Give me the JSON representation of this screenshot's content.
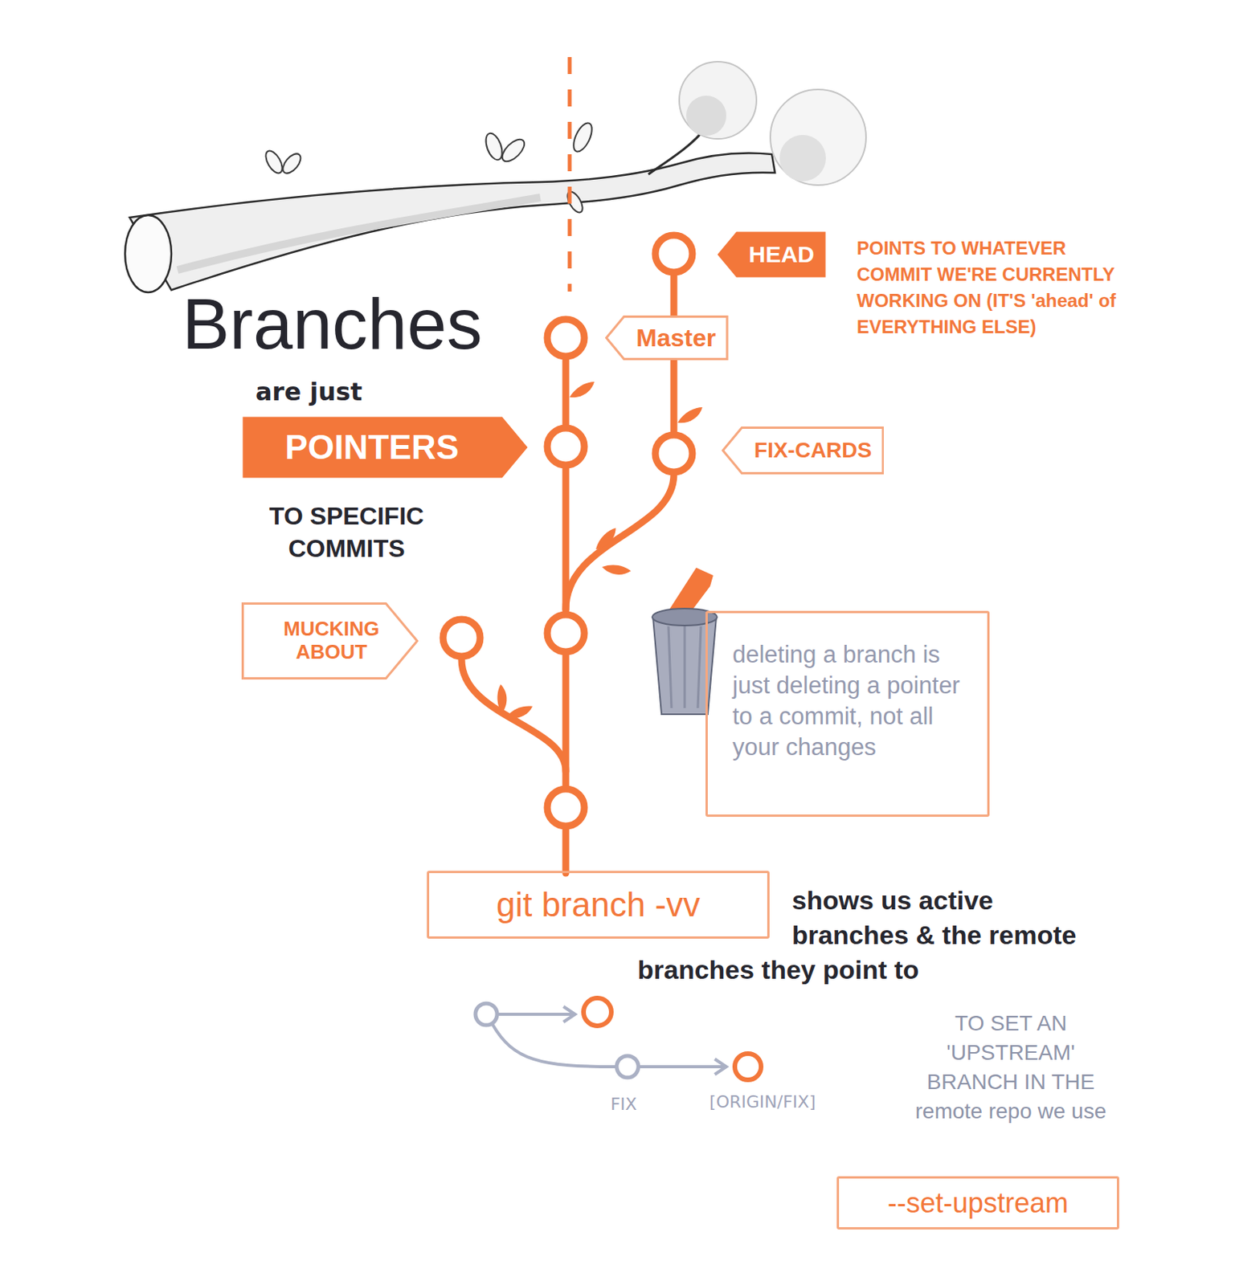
{
  "diagram": {
    "title": "Branches",
    "nodes": [
      {
        "text": [
          "HEAD"
        ]
      },
      {
        "text": [
          "Master"
        ]
      },
      {
        "text": [
          "POINTERS"
        ]
      },
      {
        "text": [
          "FIX-CARDS"
        ]
      },
      {
        "text": [
          "MUCKING ABOUT"
        ]
      },
      {
        "text": [
          "deleting a branch is just deleting a pointer to a commit, not all your changes"
        ]
      },
      {
        "text": [
          "git branch -vv"
        ]
      },
      {
        "text": [
          "--set-upstream"
        ]
      }
    ],
    "labels": [
      "are just",
      "TO SPECIFIC COMMITS",
      "POINTS TO WHATEVER COMMIT WE'RE CURRENTLY WORKING ON (IT'S 'ahead' of EVERYTHING ELSE)",
      "shows us active branches & the remote branches they point to",
      "FIX",
      "[ORIGIN/FIX]",
      "TO SET AN 'UPSTREAM' BRANCH IN THE remote repo we use"
    ]
  }
}
